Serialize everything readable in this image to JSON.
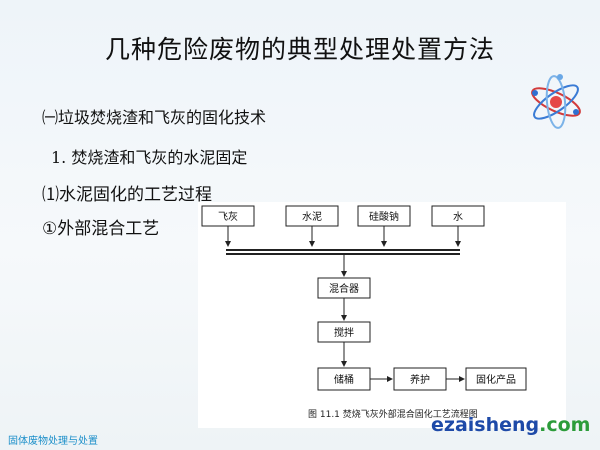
{
  "slide": {
    "title": "几种危险废物的典型处理处置方法",
    "lines": [
      "㈠垃圾焚烧渣和飞灰的固化技术",
      "1. 焚烧渣和飞灰的水泥固定",
      "⑴水泥固化的工艺过程",
      "①外部混合工艺"
    ],
    "footer": "固体废物处理与处置",
    "icon": "atom-icon"
  },
  "diagram": {
    "inputs": [
      "飞灰",
      "水泥",
      "硅酸钠",
      "水"
    ],
    "mixer": "混合器",
    "stirring": "搅拌",
    "storage": "储桶",
    "curing": "养护",
    "product": "固化产品",
    "caption": "图 11.1  焚烧飞灰外部混合固化工艺流程图"
  },
  "watermark": {
    "part1": "ezaisheng",
    "part2": ".com"
  }
}
